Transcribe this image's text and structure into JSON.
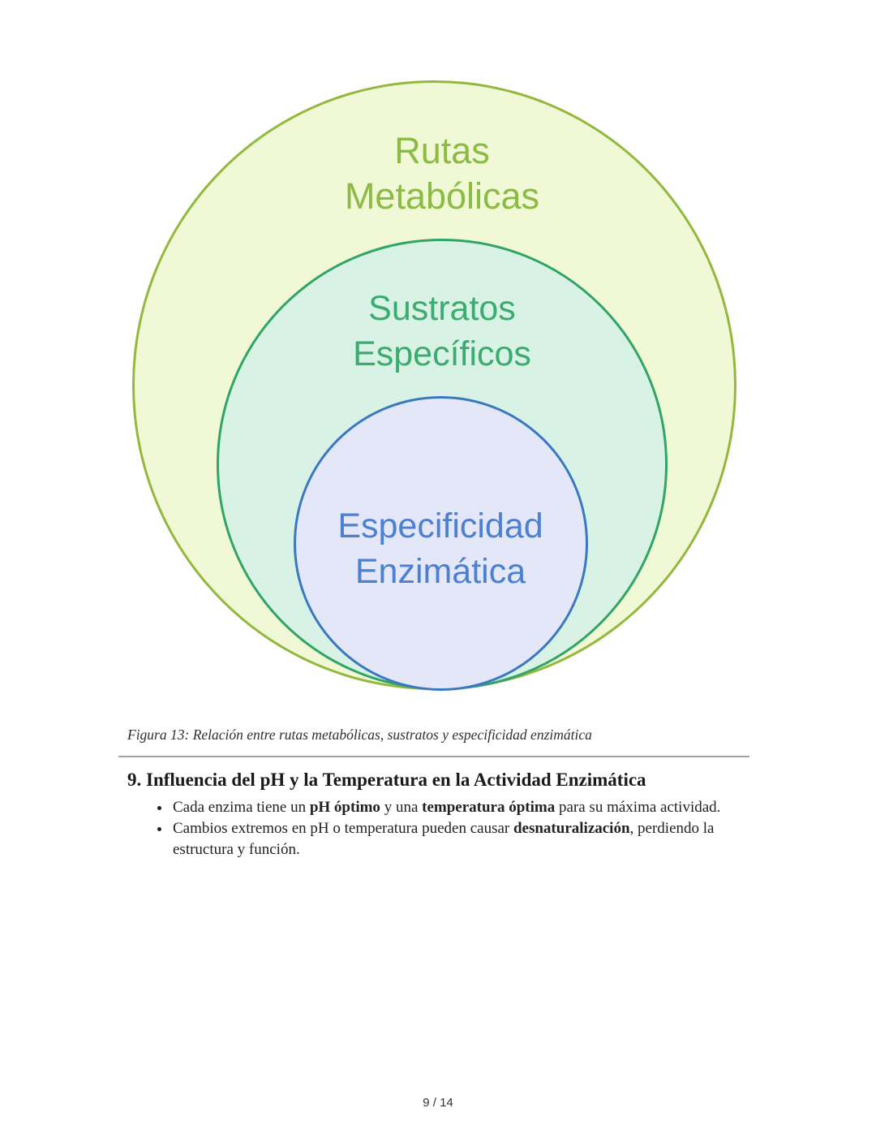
{
  "figure": {
    "caption": "Figura 13: Relación entre rutas metabólicas, sustratos y especificidad enzimática",
    "circles": {
      "outer": {
        "label": "Rutas\nMetabólicas",
        "fill": "#f1f8d5",
        "border": "#93b83e",
        "text_color": "#8cbb45"
      },
      "middle": {
        "label": "Sustratos\nEspecíficos",
        "fill": "#d8f3e6",
        "border": "#30a565",
        "text_color": "#3cab70"
      },
      "inner": {
        "label": "Especificidad\nEnzimática",
        "fill": "#e3e7f7",
        "border": "#3a78c0",
        "text_color": "#4b80d2"
      }
    }
  },
  "section": {
    "heading": "9. Influencia del pH y la Temperatura en la Actividad Enzimática",
    "bullets": [
      {
        "segments": [
          {
            "text": "Cada enzima tiene un ",
            "bold": false
          },
          {
            "text": "pH óptimo",
            "bold": true
          },
          {
            "text": " y una ",
            "bold": false
          },
          {
            "text": "temperatura óptima",
            "bold": true
          },
          {
            "text": " para su máxima actividad.",
            "bold": false
          }
        ]
      },
      {
        "segments": [
          {
            "text": "Cambios extremos en pH o temperatura pueden causar ",
            "bold": false
          },
          {
            "text": "desnaturalización",
            "bold": true
          },
          {
            "text": ", perdiendo la estructura y función.",
            "bold": false
          }
        ]
      }
    ]
  },
  "footer": {
    "page_indicator": "9 / 14"
  }
}
